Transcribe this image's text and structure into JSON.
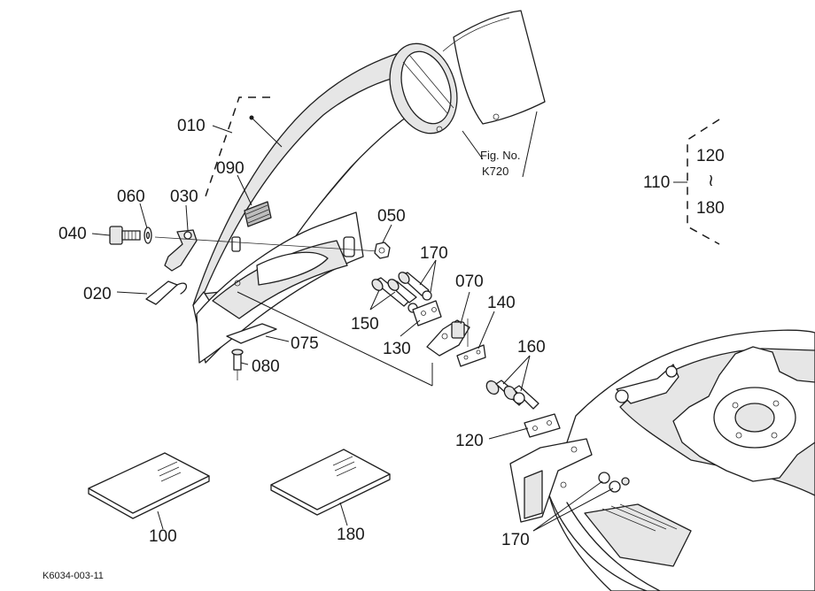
{
  "callouts": {
    "c010": "010",
    "c090": "090",
    "c060": "060",
    "c030": "030",
    "c040": "040",
    "c020": "020",
    "c050": "050",
    "c170a": "170",
    "c070": "070",
    "c140": "140",
    "c150": "150",
    "c130": "130",
    "c075": "075",
    "c080": "080",
    "c160": "160",
    "c120": "120",
    "c170b": "170",
    "c100": "100",
    "c180": "180"
  },
  "figure_ref": {
    "line1": "Fig. No.",
    "line2": "K720"
  },
  "set_bracket": {
    "main": "110",
    "from": "120",
    "range_symbol": "≀",
    "to": "180"
  },
  "diagram_code": "K6034-003-11",
  "colors": {
    "ink": "#1f1f1f",
    "paper": "#ffffff",
    "hatch": "#bdbdbd"
  }
}
